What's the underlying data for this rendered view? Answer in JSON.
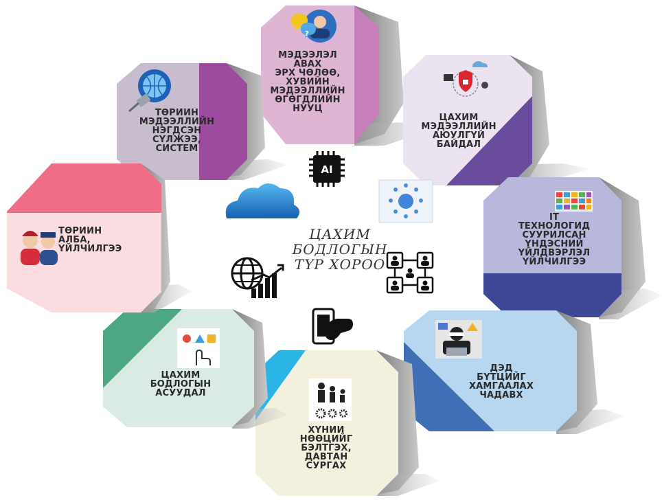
{
  "center": {
    "line1": "ЦАХИМ",
    "line2": "БОДЛОГЫН",
    "line3": "ТҮР ХОРОО"
  },
  "nodes": [
    {
      "id": "info-rights",
      "label": "МЭДЭЭЛЭЛ\nАВАХ\nЭРХ ЧӨЛӨӨ,\nХУВИЙН\nМЭДЭЭЛЛИЙН\nӨГӨГДЛИЙН\nНУУЦ",
      "color": "#d4a0c8",
      "accent": "#c77fbc"
    },
    {
      "id": "cyber-security",
      "label": "ЦАХИМ\nМЭДЭЭЛЛИЙН\nАЮУЛГҮЙ\nБАЙДАЛ",
      "color": "#ece3f1",
      "accent": "#6a4c9c"
    },
    {
      "id": "it-industry",
      "label": "IT\nТЕХНОЛОГИД\nСУУРИЛСАН\nҮНДЭСНИЙ\nҮЙЛДВЭРЛЭЛ\nҮЙЛЧИЛГЭЭ",
      "color": "#b7b8dc",
      "accent": "#3e4796"
    },
    {
      "id": "critical-infra",
      "label": "ДЭД\nБҮТЦИЙГ\nХАМГААЛАХ\nЧАДАВХ",
      "color": "#b6d7ef",
      "accent": "#3f6fb5"
    },
    {
      "id": "human-resources",
      "label": "ХҮНИЙ\nНӨӨЦИЙГ\nБЭЛТГЭХ,\nДАВТАН\nСУРГАХ",
      "color": "#f3f0de",
      "accent": "#2bb5e6"
    },
    {
      "id": "digital-policy",
      "label": "ЦАХИМ\nБОДЛОГЫН\nАСУУДАЛ",
      "color": "#d9ebe3",
      "accent": "#4da784"
    },
    {
      "id": "public-service",
      "label": "ТӨРИЙН\nАЛБА,\nҮЙЛЧИЛГЭЭ",
      "color": "#f9dde1",
      "accent": "#ef6d86"
    },
    {
      "id": "gov-network",
      "label": "ТӨРИЙН\nМЭДЭЭЛЛИЙН\nНЭГДСЭН\nСҮЛЖЭЭ,\nСИСТЕМ",
      "color": "#c8bccf",
      "accent": "#9b4c9f"
    }
  ],
  "icons": {
    "ai": "AI"
  }
}
